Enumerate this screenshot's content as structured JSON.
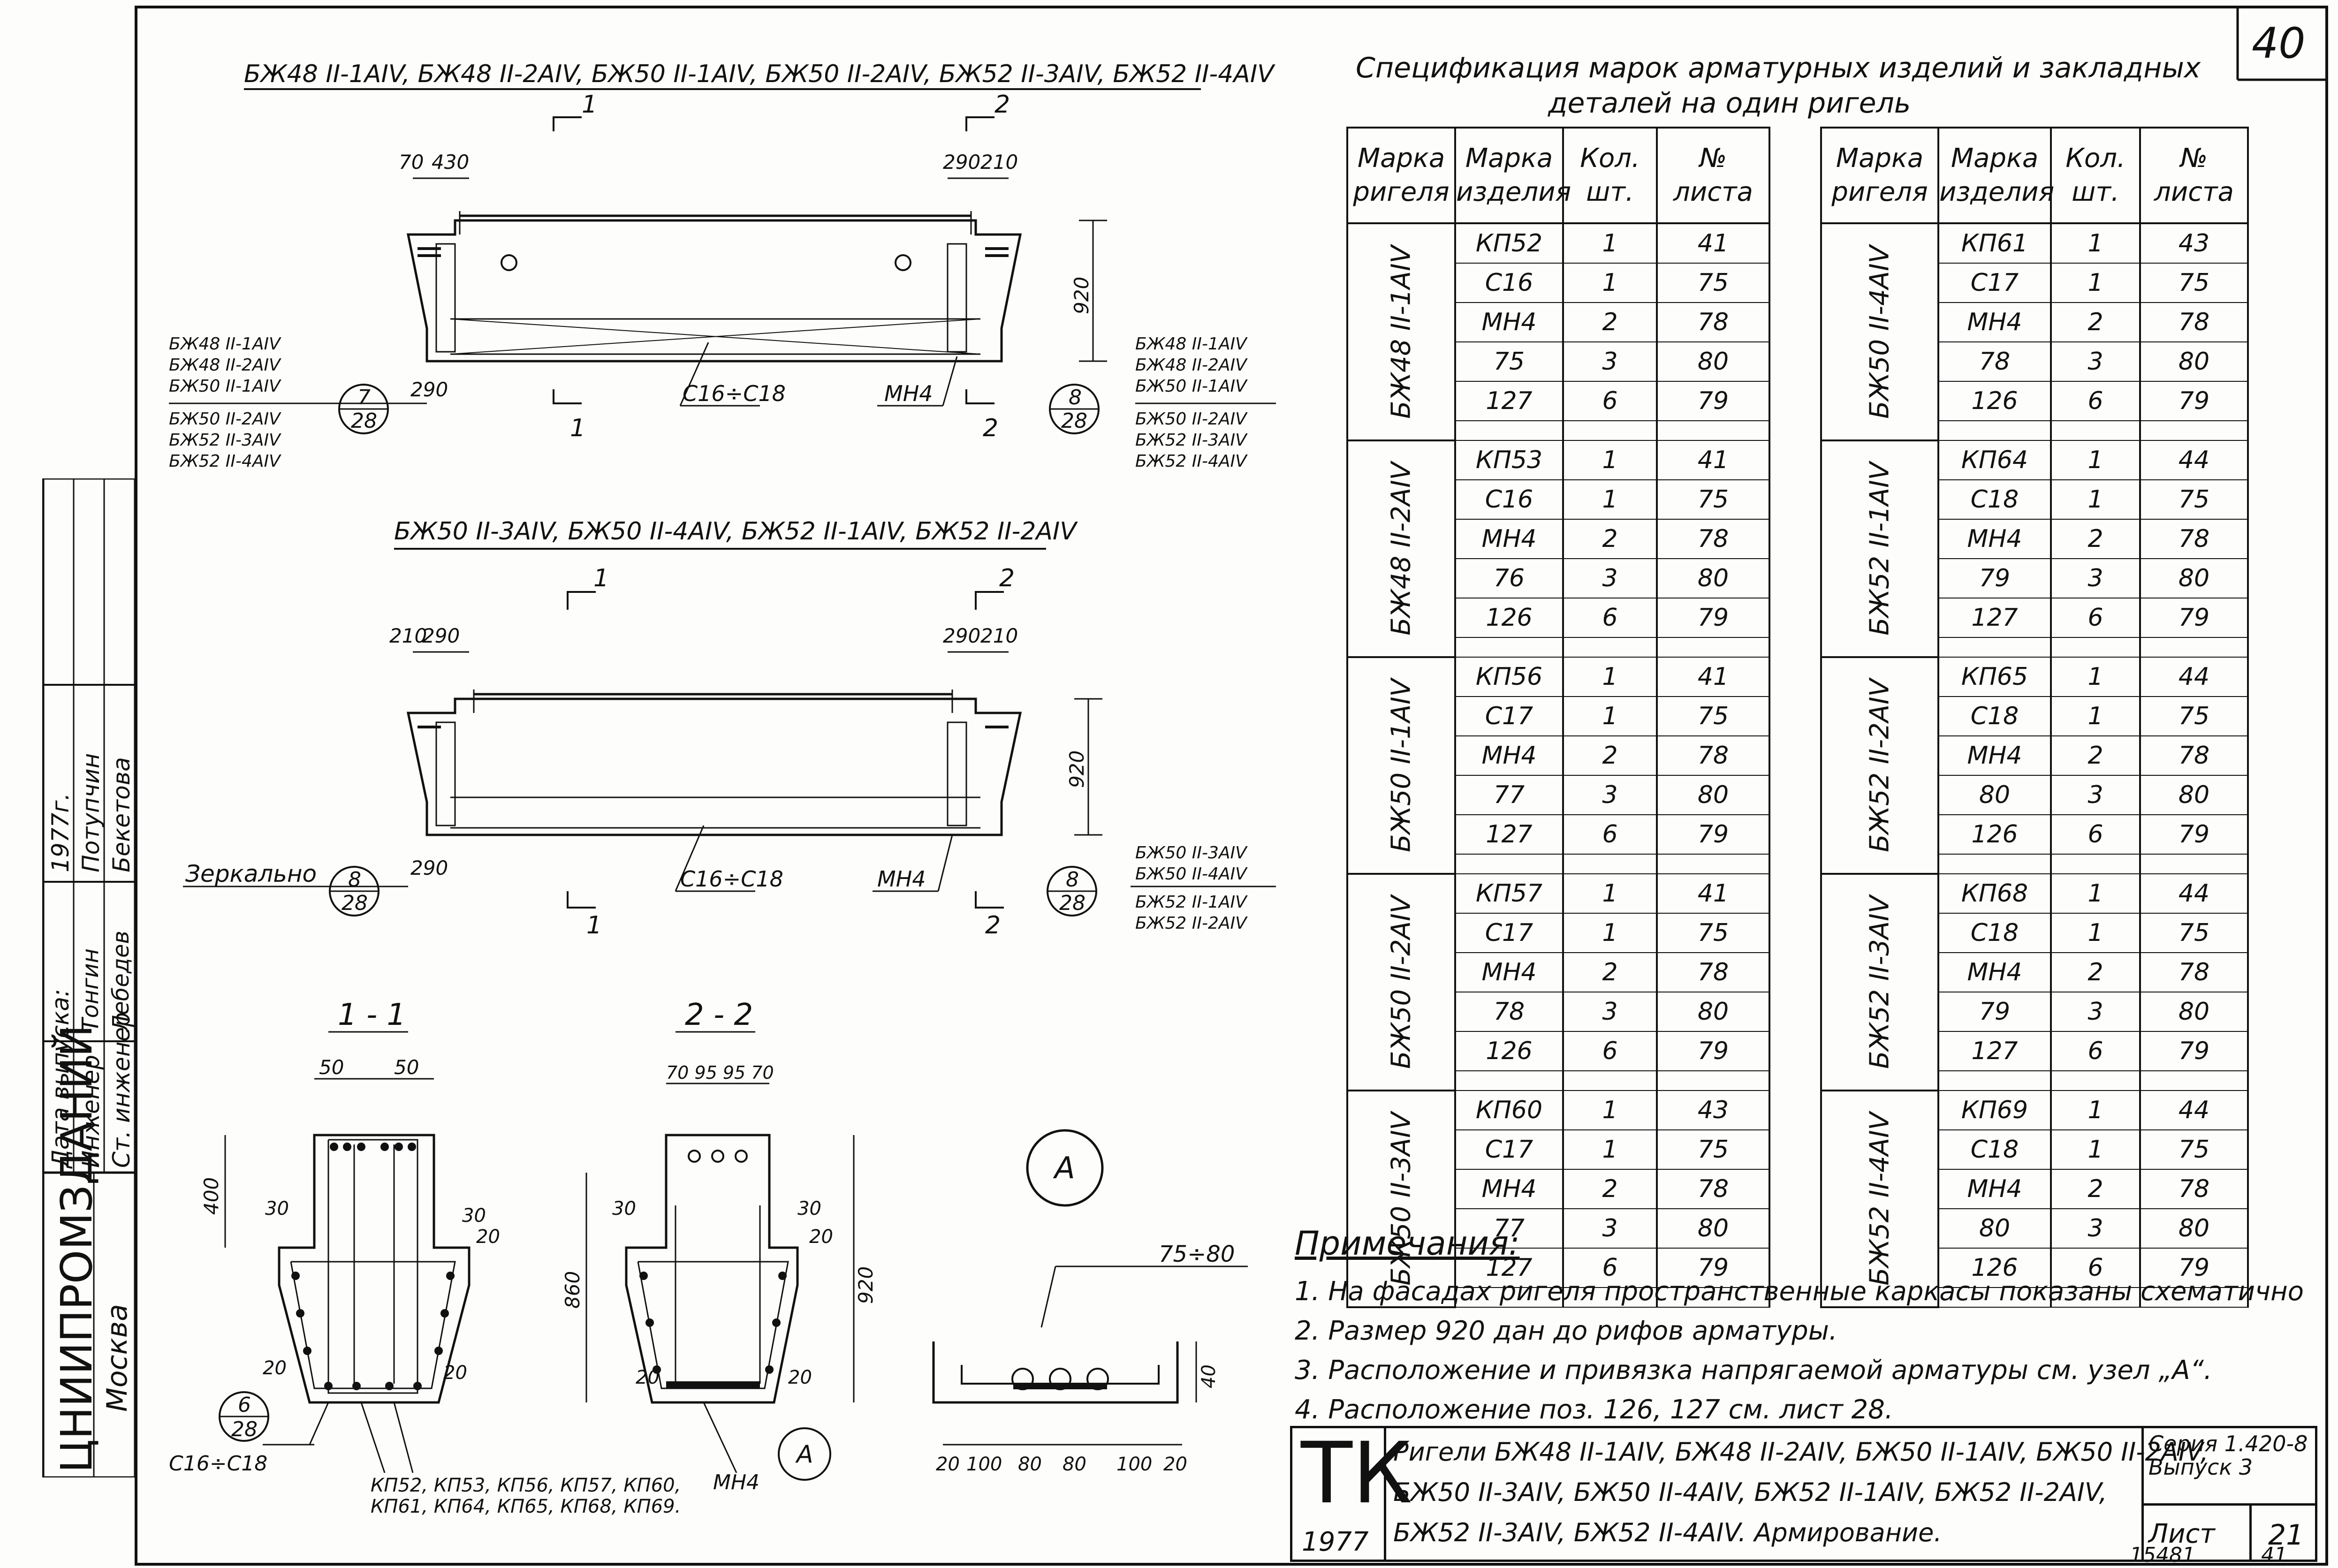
{
  "sheet": {
    "page_number": "40",
    "bottom_code": "15481",
    "bottom_num": "41"
  },
  "drawing": {
    "elev1_title": "БЖ48 II-1АIV, БЖ48 II-2АIV, БЖ50 II-1АIV, БЖ50 II-2АIV, БЖ52 II-3АIV, БЖ52 II-4АIV",
    "elev2_title": "БЖ50 II-3АIV, БЖ50 II-4АIV, БЖ52 II-1АIV, БЖ52 II-2АIV",
    "cut1": "1",
    "cut2": "2",
    "dim_70": "70",
    "dim_430": "430",
    "dim_290": "290",
    "dim_210": "210",
    "dim_920": "920",
    "dim_860": "860",
    "dim_400": "400",
    "dim_50": "50",
    "dim_30": "30",
    "dim_20": "20",
    "dim_100": "100",
    "dim_80": "80",
    "dim_40": "40",
    "dim_70_95": "70 95 95 70",
    "label_c16_c18": "С16÷С18",
    "label_mn4": "МН4",
    "label_mirror": "Зеркально",
    "label_75_80": "75÷80",
    "elev1_left_marks": [
      "БЖ48 II-1АIV",
      "БЖ48 II-2АIV",
      "БЖ50 II-1АIV",
      "БЖ50 II-2АIV",
      "БЖ52 II-3АIV",
      "БЖ52 II-4АIV"
    ],
    "elev1_right_marks": [
      "БЖ48 II-1АIV",
      "БЖ48 II-2АIV",
      "БЖ50 II-1АIV",
      "БЖ50 II-2АIV",
      "БЖ52 II-3АIV",
      "БЖ52 II-4АIV"
    ],
    "elev2_right_marks": [
      "БЖ50 II-3АIV",
      "БЖ50 II-4АIV",
      "БЖ52 II-1АIV",
      "БЖ52 II-2АIV"
    ],
    "bubble_7_top": "7",
    "bubble_7_bot": "28",
    "bubble_8_top": "8",
    "bubble_8_bot": "28",
    "bubble_6_top": "6",
    "bubble_6_bot": "28",
    "section_1_title": "1 - 1",
    "section_2_title": "2 - 2",
    "node_a": "А",
    "section_cage_list_1": "КП52, КП53, КП56, КП57, КП60,",
    "section_cage_list_2": "КП61, КП64, КП65, КП68, КП69."
  },
  "spec": {
    "title_line1": "Спецификация марок арматурных изделий и закладных",
    "title_line2": "деталей на один ригель",
    "headers": [
      "Марка ригеля",
      "Марка изделия",
      "Кол. шт.",
      "№ листа"
    ],
    "left_groups": [
      {
        "mark": "БЖ48 II-1АIV",
        "rows": [
          [
            "КП52",
            "1",
            "41"
          ],
          [
            "С16",
            "1",
            "75"
          ],
          [
            "МН4",
            "2",
            "78"
          ],
          [
            "75",
            "3",
            "80"
          ],
          [
            "127",
            "6",
            "79"
          ]
        ]
      },
      {
        "mark": "БЖ48 II-2АIV",
        "rows": [
          [
            "КП53",
            "1",
            "41"
          ],
          [
            "С16",
            "1",
            "75"
          ],
          [
            "МН4",
            "2",
            "78"
          ],
          [
            "76",
            "3",
            "80"
          ],
          [
            "126",
            "6",
            "79"
          ]
        ]
      },
      {
        "mark": "БЖ50 II-1АIV",
        "rows": [
          [
            "КП56",
            "1",
            "41"
          ],
          [
            "С17",
            "1",
            "75"
          ],
          [
            "МН4",
            "2",
            "78"
          ],
          [
            "77",
            "3",
            "80"
          ],
          [
            "127",
            "6",
            "79"
          ]
        ]
      },
      {
        "mark": "БЖ50 II-2АIV",
        "rows": [
          [
            "КП57",
            "1",
            "41"
          ],
          [
            "С17",
            "1",
            "75"
          ],
          [
            "МН4",
            "2",
            "78"
          ],
          [
            "78",
            "3",
            "80"
          ],
          [
            "126",
            "6",
            "79"
          ]
        ]
      },
      {
        "mark": "БЖ50 II-3АIV",
        "rows": [
          [
            "КП60",
            "1",
            "43"
          ],
          [
            "С17",
            "1",
            "75"
          ],
          [
            "МН4",
            "2",
            "78"
          ],
          [
            "77",
            "3",
            "80"
          ],
          [
            "127",
            "6",
            "79"
          ]
        ]
      }
    ],
    "right_groups": [
      {
        "mark": "БЖ50 II-4АIV",
        "rows": [
          [
            "КП61",
            "1",
            "43"
          ],
          [
            "С17",
            "1",
            "75"
          ],
          [
            "МН4",
            "2",
            "78"
          ],
          [
            "78",
            "3",
            "80"
          ],
          [
            "126",
            "6",
            "79"
          ]
        ]
      },
      {
        "mark": "БЖ52 II-1АIV",
        "rows": [
          [
            "КП64",
            "1",
            "44"
          ],
          [
            "С18",
            "1",
            "75"
          ],
          [
            "МН4",
            "2",
            "78"
          ],
          [
            "79",
            "3",
            "80"
          ],
          [
            "127",
            "6",
            "79"
          ]
        ]
      },
      {
        "mark": "БЖ52 II-2АIV",
        "rows": [
          [
            "КП65",
            "1",
            "44"
          ],
          [
            "С18",
            "1",
            "75"
          ],
          [
            "МН4",
            "2",
            "78"
          ],
          [
            "80",
            "3",
            "80"
          ],
          [
            "126",
            "6",
            "79"
          ]
        ]
      },
      {
        "mark": "БЖ52 II-3АIV",
        "rows": [
          [
            "КП68",
            "1",
            "44"
          ],
          [
            "С18",
            "1",
            "75"
          ],
          [
            "МН4",
            "2",
            "78"
          ],
          [
            "79",
            "3",
            "80"
          ],
          [
            "127",
            "6",
            "79"
          ]
        ]
      },
      {
        "mark": "БЖ52 II-4АIV",
        "rows": [
          [
            "КП69",
            "1",
            "44"
          ],
          [
            "С18",
            "1",
            "75"
          ],
          [
            "МН4",
            "2",
            "78"
          ],
          [
            "80",
            "3",
            "80"
          ],
          [
            "126",
            "6",
            "79"
          ]
        ]
      }
    ]
  },
  "notes": {
    "header": "Примечания:",
    "items": [
      "1. На фасадах ригеля пространственные каркасы показаны схематично",
      "2. Размер 920 дан до рифов арматуры.",
      "3. Расположение и привязка напрягаемой арматуры см. узел „А“.",
      "4. Расположение поз. 126, 127 см. лист 28."
    ]
  },
  "title_block": {
    "tk": "ТК",
    "year": "1977",
    "desc_line1": "Ригели БЖ48 II-1АIV, БЖ48 II-2АIV, БЖ50 II-1АIV, БЖ50 II-2АIV,",
    "desc_line2": "БЖ50 II-3АIV, БЖ50 II-4АIV, БЖ52 II-1АIV, БЖ52 II-2АIV,",
    "desc_line3": "БЖ52 II-3АIV, БЖ52 II-4АIV.   Армирование.",
    "series_line1": "Серия 1.420-8",
    "series_line2": "Выпуск 3",
    "sheet_label": "Лист",
    "sheet_num": "21"
  },
  "left_strip": {
    "org": "ЦНИИПРОМЗДАНИЙ",
    "city": "Москва",
    "role1": "Ст. инженер",
    "role2": "Инженер",
    "role3": "Дата выпуска:",
    "sign1": "Лебедев",
    "sign2": "Тонгин",
    "name1": "Бекетова",
    "name2": "Потупчин",
    "date": "1977г."
  }
}
